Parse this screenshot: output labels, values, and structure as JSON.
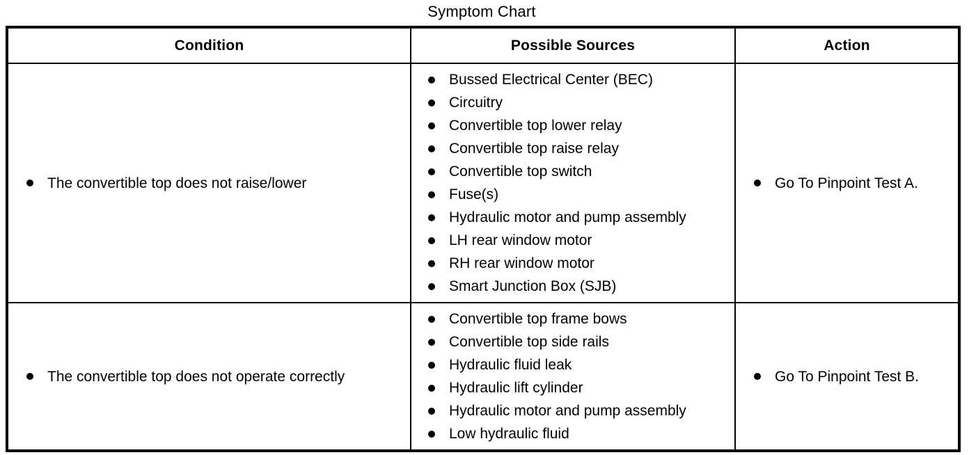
{
  "page": {
    "title": "Symptom Chart"
  },
  "colors": {
    "text": "#000000",
    "background": "#ffffff",
    "border": "#000000"
  },
  "table": {
    "headers": [
      "Condition",
      "Possible Sources",
      "Action"
    ],
    "rows": [
      {
        "condition": "The convertible top does not raise/lower",
        "sources": [
          "Bussed Electrical Center (BEC)",
          "Circuitry",
          "Convertible top lower relay",
          "Convertible top raise relay",
          "Convertible top switch",
          "Fuse(s)",
          "Hydraulic motor and pump assembly",
          "LH rear window motor",
          "RH rear window motor",
          "Smart Junction Box (SJB)"
        ],
        "action": "Go To Pinpoint Test A."
      },
      {
        "condition": "The convertible top does not operate correctly",
        "sources": [
          "Convertible top frame bows",
          "Convertible top side rails",
          "Hydraulic fluid leak",
          "Hydraulic lift cylinder",
          "Hydraulic motor and pump assembly",
          "Low hydraulic fluid"
        ],
        "action": "Go To Pinpoint Test B."
      }
    ]
  }
}
